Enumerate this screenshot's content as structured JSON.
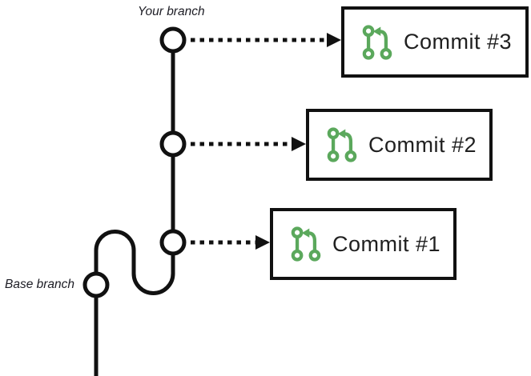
{
  "labels": {
    "your_branch": "Your branch",
    "base_branch": "Base branch"
  },
  "commits": [
    {
      "label": "Commit #3"
    },
    {
      "label": "Commit #2"
    },
    {
      "label": "Commit #1"
    }
  ],
  "icons": {
    "commit_icon": "git-pull-request-icon"
  },
  "colors": {
    "line_ink": "#111111",
    "box_border": "#111111",
    "commit_text": "#202020",
    "label_text": "#1c1c24",
    "icon_green": "#5BA85C",
    "background": "#FFFFFF"
  }
}
